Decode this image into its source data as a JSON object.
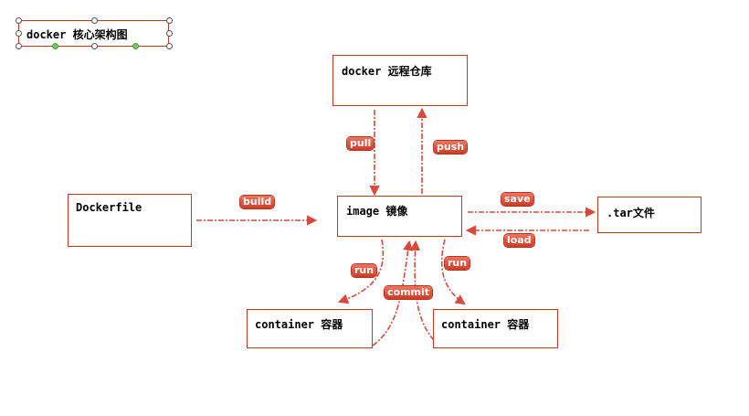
{
  "title": "docker 核心架构图",
  "colors": {
    "box_border": "#c0392b",
    "arrow": "#d9493b",
    "label_bg": "#e05a44",
    "handle_green": "#6fce57"
  },
  "nodes": {
    "registry": "docker 远程仓库",
    "dockerfile": "Dockerfile",
    "image": "image 镜像",
    "tar": ".tar文件",
    "container_left": "container 容器",
    "container_right": "container 容器"
  },
  "edges": {
    "pull": "pull",
    "push": "push",
    "build": "build",
    "save": "save",
    "load": "load",
    "run_left": "run",
    "run_right": "run",
    "commit": "commit"
  }
}
